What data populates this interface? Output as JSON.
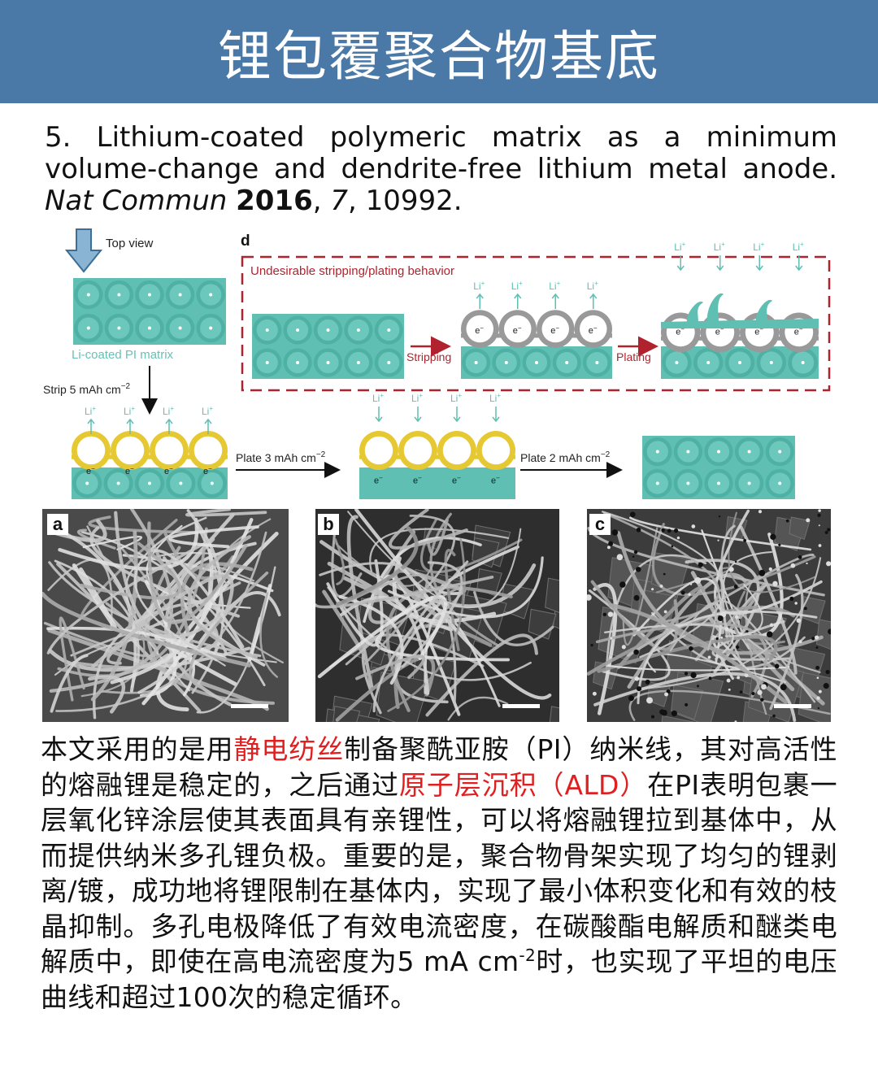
{
  "header": {
    "title": "锂包覆聚合物基底"
  },
  "citation": {
    "number": "5.",
    "title_line1": "Lithium-coated polymeric matrix as a minimum",
    "title_line2": "volume-change and dendrite-free lithium metal anode.",
    "journal": "Nat Commun",
    "year": "2016",
    "volume": "7",
    "pages": "10992."
  },
  "figure": {
    "top_view": "Top view",
    "panel_d": "d",
    "matrix_label": "Li-coated PI matrix",
    "undesirable": "Undesirable stripping/plating behavior",
    "stripping": "Stripping",
    "plating": "Plating",
    "strip_label": "Strip 5 mAh cm",
    "plate3_label": "Plate 3 mAh cm",
    "plate2_label": "Plate 2 mAh cm",
    "exponent": "−2",
    "li_ion": "Li",
    "li_ion_sup": "+",
    "electron": "e",
    "electron_sup": "−",
    "panel_a": "a",
    "panel_b": "b",
    "panel_c": "c",
    "colors": {
      "matrix": "#5fbfb3",
      "coating": "#e6c833",
      "dashed_box": "#b0232e",
      "arrow_blue": "#6fa3c8",
      "electrode_gray": "#999999"
    }
  },
  "body": {
    "p1": "本文采用的是用",
    "hl1": "静电纺丝",
    "p2": "制备聚酰亚胺（PI）纳米线，其对高活性的熔融锂是稳定的，之后通过",
    "hl2": "原子层沉积（ALD）",
    "p3": "在PI表明包裹一层氧化锌涂层使其表面具有亲锂性，可以将熔融锂拉到基体中，从而提供纳米多孔锂负极。重要的是，聚合物骨架实现了均匀的锂剥离/镀，成功地将锂限制在基体内，实现了最小体积变化和有效的枝晶抑制。多孔电极降低了有效电流密度，在碳酸酯电解质和醚类电解质中，即使在高电流密度为5 mA cm",
    "sup": "-2",
    "p4": "时，也实现了平坦的电压曲线和超过100次的稳定循环。"
  }
}
